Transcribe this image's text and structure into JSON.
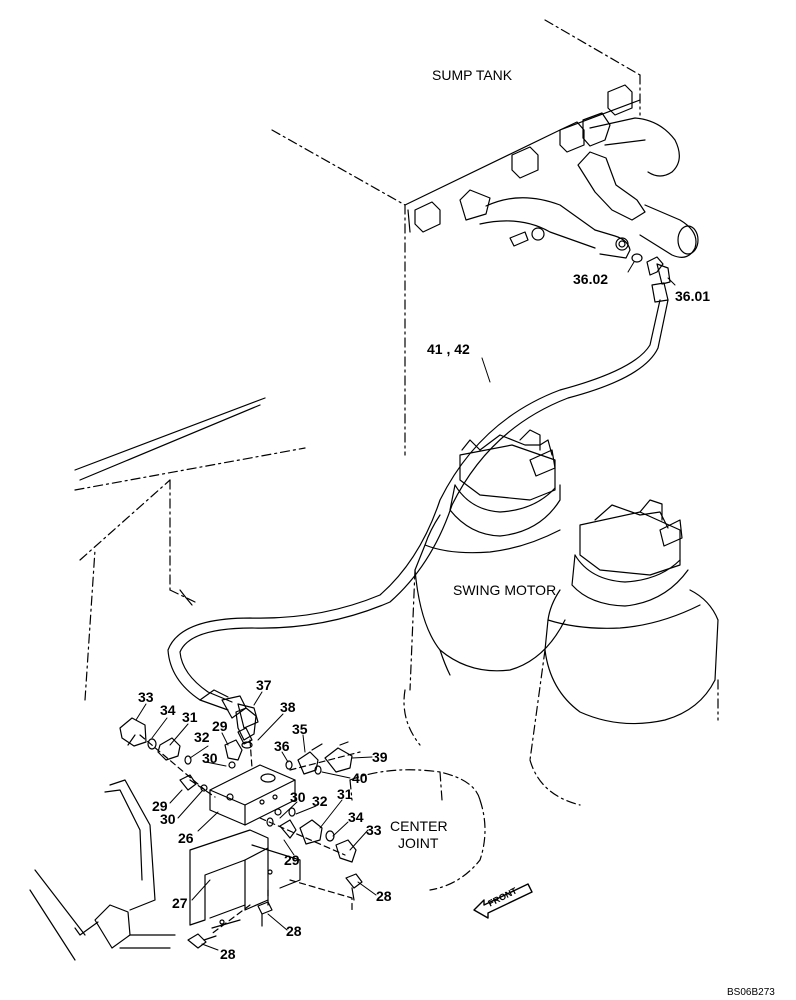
{
  "areas": {
    "sump_tank": "SUMP TANK",
    "swing_motor": "SWING MOTOR",
    "center_joint_line1": "CENTER",
    "center_joint_line2": "JOINT",
    "front": "FRONT"
  },
  "doc_id": "BS06B273",
  "callouts": {
    "c36_02": "36.02",
    "c36_01": "36.01",
    "c41_42": "41 , 42",
    "c37": "37",
    "c38": "38",
    "c33a": "33",
    "c34a": "34",
    "c31a": "31",
    "c29a": "29",
    "c32a": "32",
    "c30a": "30",
    "c36": "36",
    "c35": "35",
    "c39": "39",
    "c40": "40",
    "c29b": "29",
    "c30b": "30",
    "c30c": "30",
    "c32b": "32",
    "c31b": "31",
    "c34b": "34",
    "c33b": "33",
    "c26": "26",
    "c29c": "29",
    "c27": "27",
    "c28a": "28",
    "c28b": "28",
    "c28c": "28"
  }
}
